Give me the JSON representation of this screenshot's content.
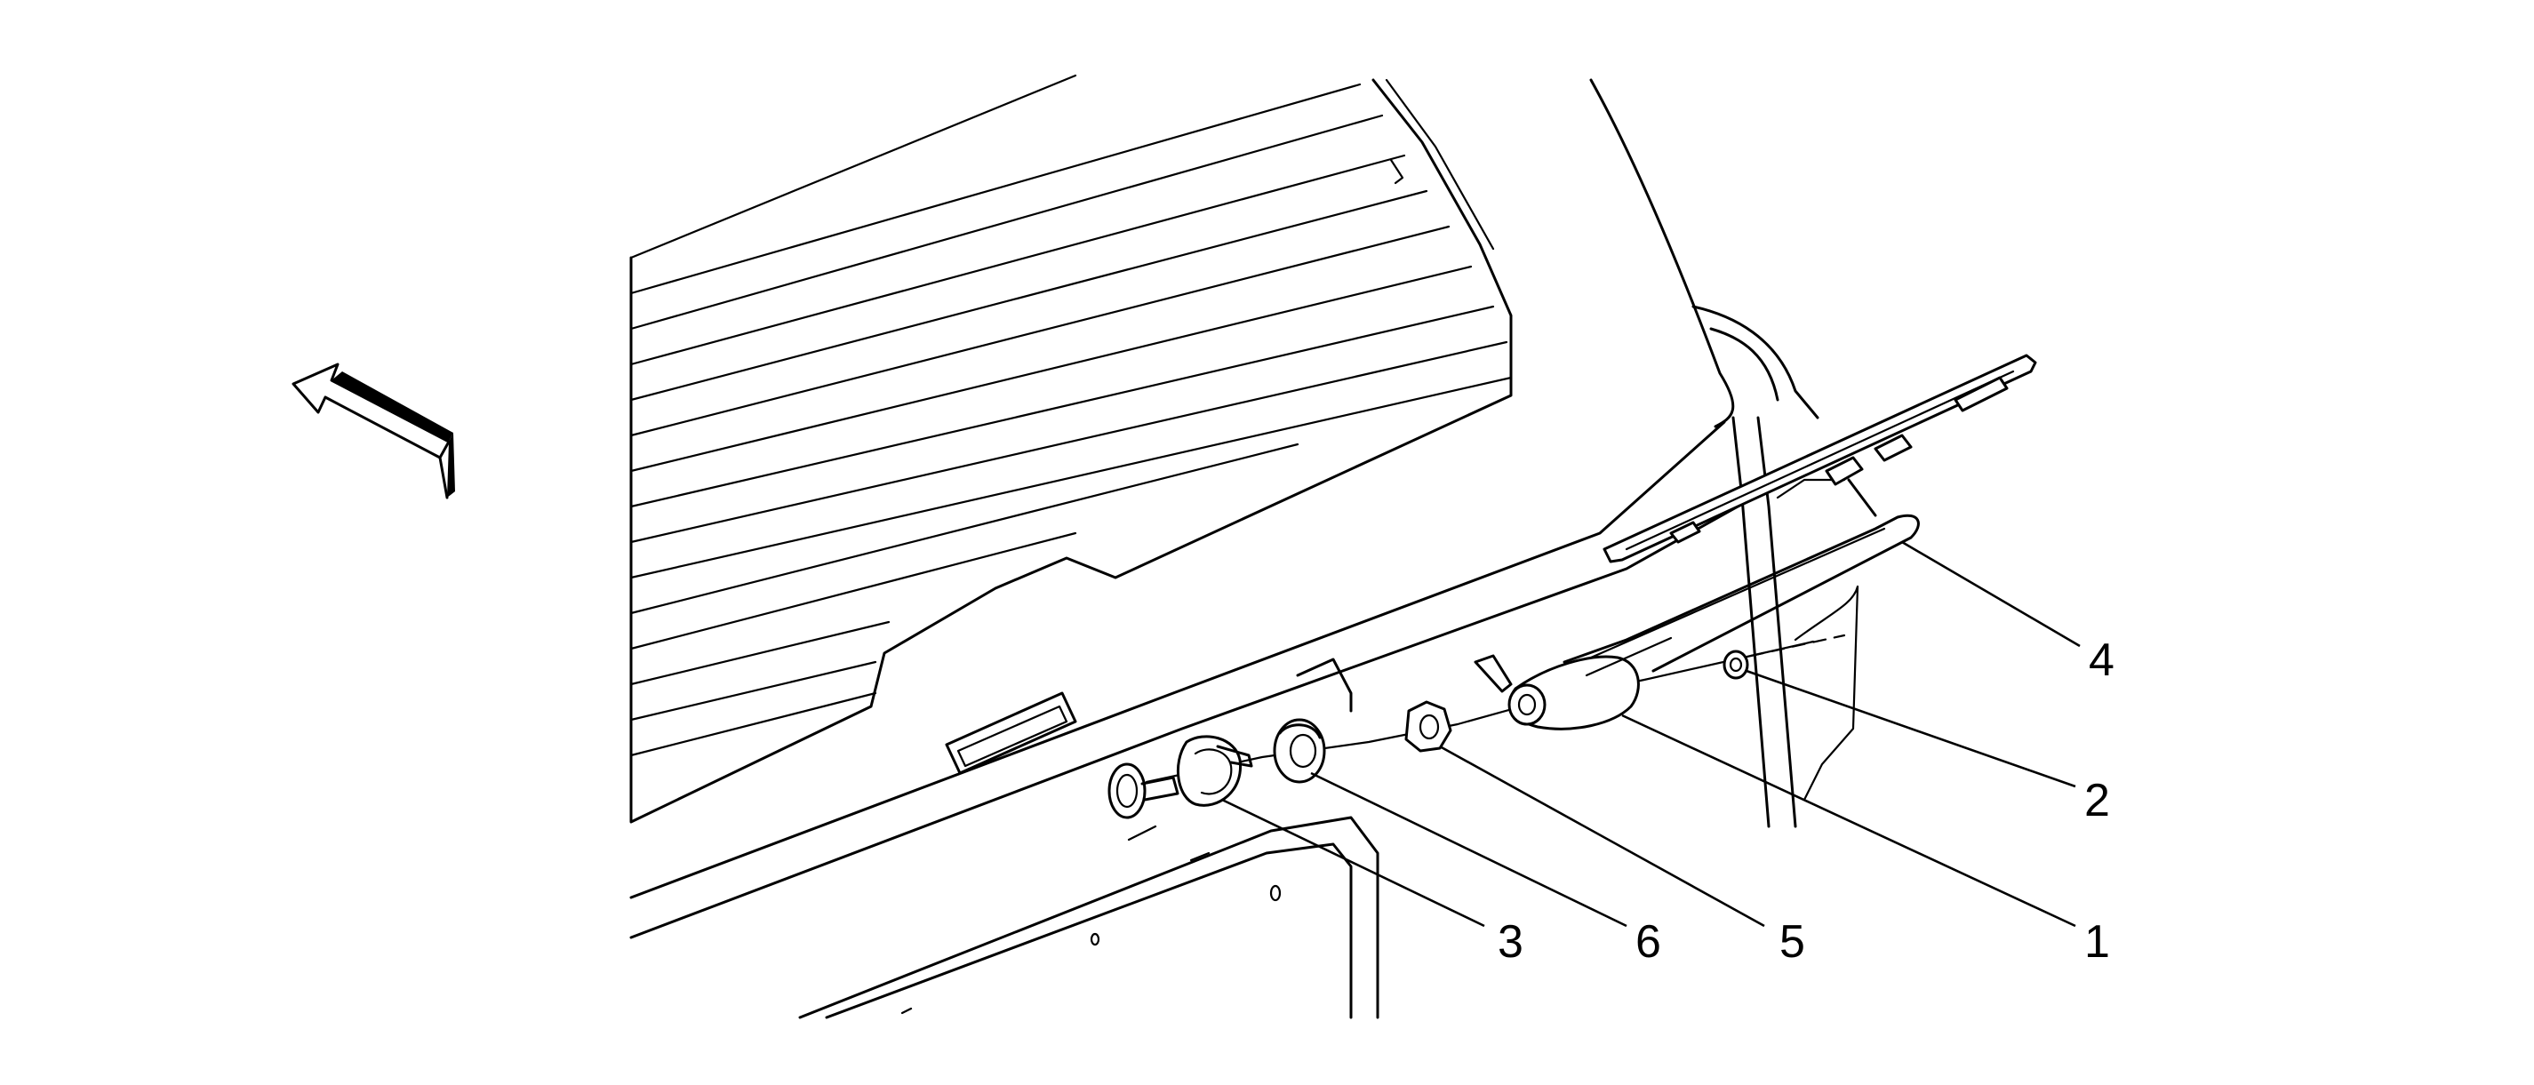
{
  "diagram": {
    "description_type": "exploded-view",
    "callouts": [
      {
        "id": "1",
        "label": "1",
        "part": "wiper-arm"
      },
      {
        "id": "2",
        "label": "2",
        "part": "cap"
      },
      {
        "id": "3",
        "label": "3",
        "part": "grommet"
      },
      {
        "id": "4",
        "label": "4",
        "part": "wiper-blade"
      },
      {
        "id": "5",
        "label": "5",
        "part": "nut"
      },
      {
        "id": "6",
        "label": "6",
        "part": "washer"
      }
    ],
    "icons": {
      "direction_arrow": "forward-arrow-icon"
    },
    "colors": {
      "line": "#000000",
      "background": "#ffffff"
    }
  }
}
